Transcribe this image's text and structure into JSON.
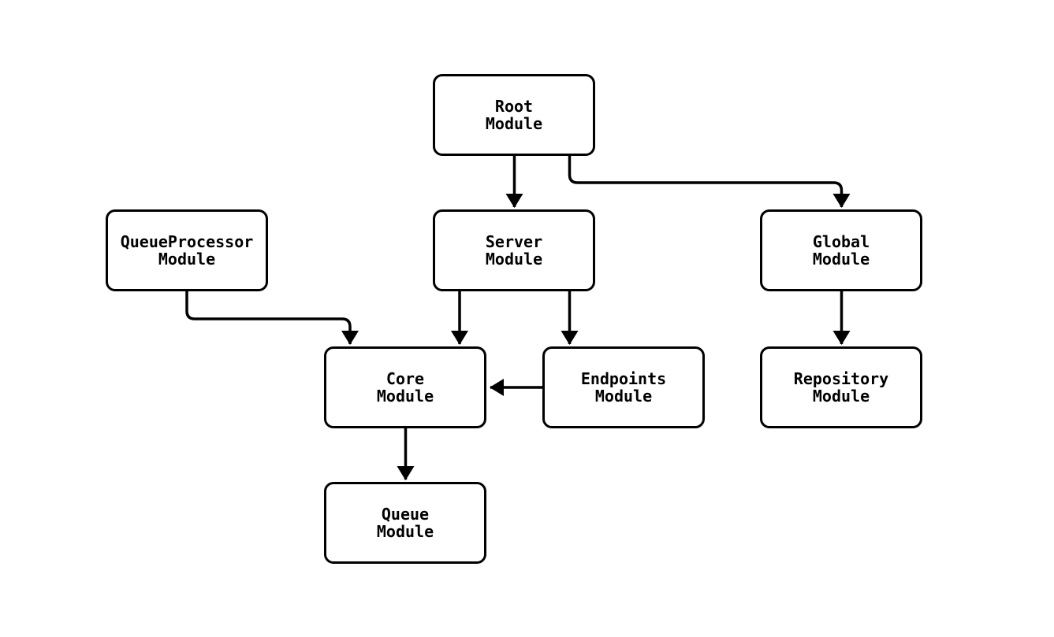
{
  "diagram": {
    "type": "flowchart",
    "colors": {
      "background": "#ffffff",
      "node_fill": "#ffffff",
      "stroke": "#000000",
      "text": "#000000"
    },
    "nodes": {
      "root": {
        "line1": "Root",
        "line2": "Module"
      },
      "queueprocessor": {
        "line1": "QueueProcessor",
        "line2": "Module"
      },
      "server": {
        "line1": "Server",
        "line2": "Module"
      },
      "global": {
        "line1": "Global",
        "line2": "Module"
      },
      "core": {
        "line1": "Core",
        "line2": "Module"
      },
      "endpoints": {
        "line1": "Endpoints",
        "line2": "Module"
      },
      "repository": {
        "line1": "Repository",
        "line2": "Module"
      },
      "queue": {
        "line1": "Queue",
        "line2": "Module"
      }
    },
    "edges": [
      {
        "from": "Root Module",
        "to": "Server Module"
      },
      {
        "from": "Root Module",
        "to": "Global Module"
      },
      {
        "from": "QueueProcessor Module",
        "to": "Core Module"
      },
      {
        "from": "Server Module",
        "to": "Core Module"
      },
      {
        "from": "Server Module",
        "to": "Endpoints Module"
      },
      {
        "from": "Endpoints Module",
        "to": "Core Module"
      },
      {
        "from": "Global Module",
        "to": "Repository Module"
      },
      {
        "from": "Core Module",
        "to": "Queue Module"
      }
    ]
  }
}
